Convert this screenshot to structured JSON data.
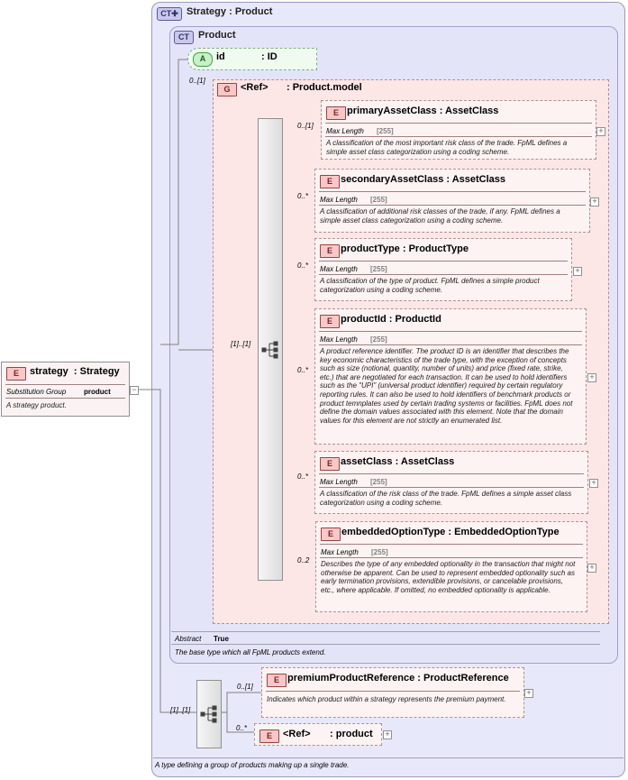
{
  "complex_type": {
    "badge": "CT",
    "name": "Strategy",
    "type": ": Product",
    "doc": "A type defining a group of products making up a single trade."
  },
  "product": {
    "badge": "CT",
    "name": "Product",
    "abstract_label": "Abstract",
    "abstract_value": "True",
    "doc": "The base type which all FpML products extend."
  },
  "id_attr": {
    "badge": "A",
    "name": "id",
    "type": ": ID",
    "card": "0..[1]"
  },
  "group": {
    "badge": "G",
    "name": "<Ref>",
    "type": ": Product.model",
    "card": "[1]..[1]"
  },
  "strategy_element": {
    "badge": "E",
    "name": "strategy",
    "type": ": Strategy",
    "prop_label": "Substitution Group",
    "prop_value": "product",
    "doc": "A strategy product."
  },
  "elements": [
    {
      "badge": "E",
      "name": "primaryAssetClass",
      "type": ": AssetClass",
      "card": "0..[1]",
      "prop_label": "Max Length",
      "prop_value": "[255]",
      "doc": "A classification of the most important risk class of the trade. FpML defines a simple asset class categorization using a coding scheme."
    },
    {
      "badge": "E",
      "name": "secondaryAssetClass",
      "type": ": AssetClass",
      "card": "0..*",
      "prop_label": "Max Length",
      "prop_value": "[255]",
      "doc": "A classification of additional risk classes of the trade, if any. FpML defines a simple asset class categorization using a coding scheme."
    },
    {
      "badge": "E",
      "name": "productType",
      "type": ": ProductType",
      "card": "0..*",
      "prop_label": "Max Length",
      "prop_value": "[255]",
      "doc": "A classification of the type of product. FpML defines a simple product categorization using a coding scheme."
    },
    {
      "badge": "E",
      "name": "productId",
      "type": ": ProductId",
      "card": "0..*",
      "prop_label": "Max Length",
      "prop_value": "[255]",
      "doc": "A product reference identifier. The product ID is an identifier that describes the key economic characteristics of the trade type, with the exception of concepts such as size (notional, quantity, number of units) and price (fixed rate, strike, etc.) that are negotiated for each transaction. It can be used to hold identifiers such as the \"UPI\" (universal product identifier) required by certain regulatory reporting rules. It can also be used to hold identifiers of benchmark products or product temnplates used by certain trading systems or facilities. FpML does not define the domain values associated with this element. Note that the domain values for this element are not strictly an enumerated list."
    },
    {
      "badge": "E",
      "name": "assetClass",
      "type": ": AssetClass",
      "card": "0..*",
      "prop_label": "Max Length",
      "prop_value": "[255]",
      "doc": "A classification of the risk class of the trade. FpML defines a simple asset class categorization using a coding scheme."
    },
    {
      "badge": "E",
      "name": "embeddedOptionType",
      "type": ": EmbeddedOptionType",
      "card": "0..2",
      "prop_label": "Max Length",
      "prop_value": "[255]",
      "doc": "Describes the type of any embedded optionality in the transaction that might not otherwise be apparent. Can be used to represent embedded optionality such as early termination provisions, extendible provisions, or cancelable provisions, etc., where applicable. If omitted, no embedded optionality is applicable."
    }
  ],
  "outer_sequence_card": "[1]..[1]",
  "premium": {
    "badge": "E",
    "name": "premiumProductReference",
    "type": ": ProductReference",
    "card": "0..[1]",
    "doc": "Indicates which product within a strategy represents the premium payment."
  },
  "product_ref": {
    "badge": "E",
    "name": "<Ref>",
    "type": ": product",
    "card": "0..*"
  },
  "inner_sequence_card": "[1]..[1]",
  "icons": {
    "sequence": "sequence-compositor-icon",
    "expand": "plus-icon",
    "collapse": "minus-icon"
  }
}
